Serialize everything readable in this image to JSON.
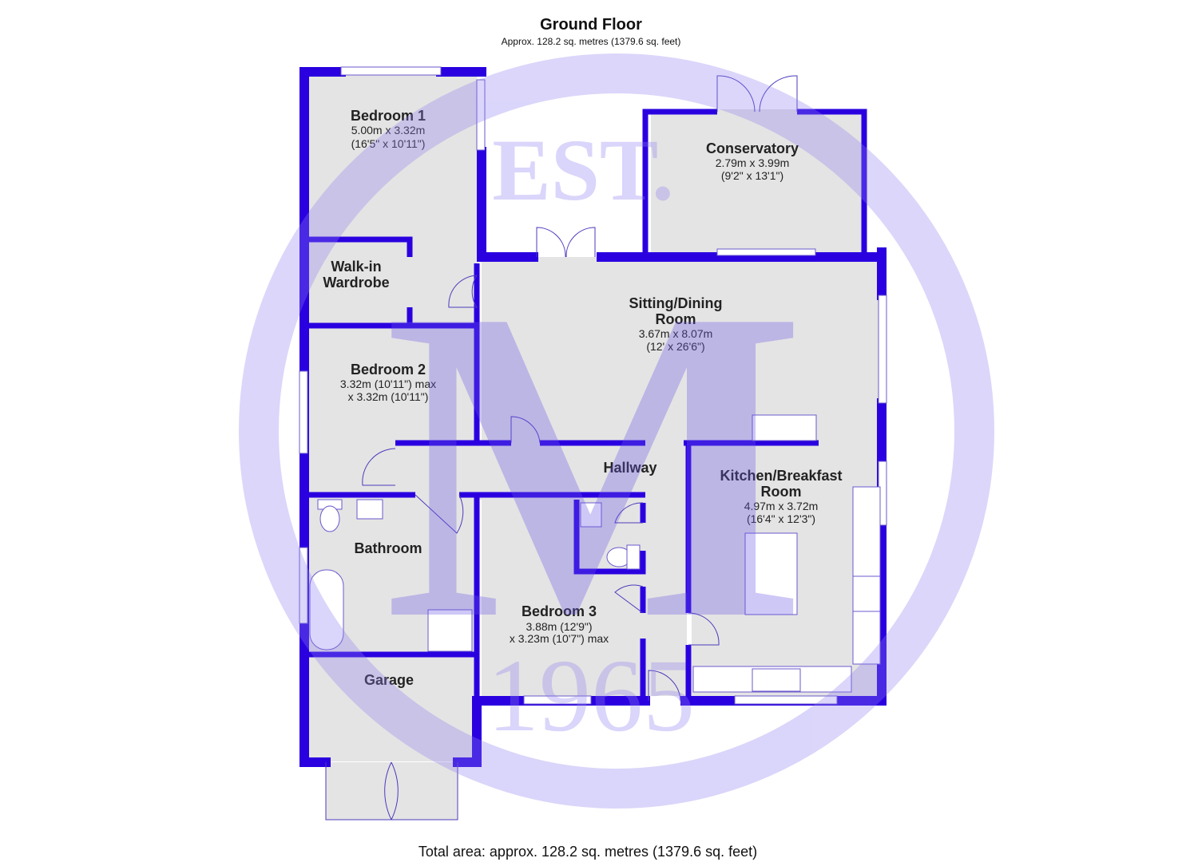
{
  "header": {
    "title": "Ground Floor",
    "subtitle": "Approx. 128.2 sq. metres (1379.6 sq. feet)"
  },
  "rooms": [
    {
      "id": "bedroom-1",
      "name": [
        "Bedroom 1"
      ],
      "dims": [
        "5.00m x 3.32m",
        "(16'5\" x 10'11\")"
      ]
    },
    {
      "id": "conservatory",
      "name": [
        "Conservatory"
      ],
      "dims": [
        "2.79m x 3.99m",
        "(9'2\" x 13'1\")"
      ]
    },
    {
      "id": "walk-in-wardrobe",
      "name": [
        "Walk-in",
        "Wardrobe"
      ],
      "dims": []
    },
    {
      "id": "sitting-dining-room",
      "name": [
        "Sitting/Dining",
        "Room"
      ],
      "dims": [
        "3.67m x 8.07m",
        "(12' x 26'6\")"
      ]
    },
    {
      "id": "bedroom-2",
      "name": [
        "Bedroom 2"
      ],
      "dims": [
        "3.32m (10'11\") max",
        "x 3.32m (10'11\")"
      ]
    },
    {
      "id": "hallway",
      "name": [
        "Hallway"
      ],
      "dims": []
    },
    {
      "id": "kitchen-breakfast-room",
      "name": [
        "Kitchen/Breakfast",
        "Room"
      ],
      "dims": [
        "4.97m x 3.72m",
        "(16'4\" x 12'3\")"
      ]
    },
    {
      "id": "bathroom",
      "name": [
        "Bathroom"
      ],
      "dims": []
    },
    {
      "id": "bedroom-3",
      "name": [
        "Bedroom 3"
      ],
      "dims": [
        "3.88m (12'9\")",
        "x 3.23m (10'7\") max"
      ]
    },
    {
      "id": "garage",
      "name": [
        "Garage"
      ],
      "dims": []
    }
  ],
  "footer": {
    "total": "Total area: approx. 128.2 sq. metres (1379.6 sq. feet)"
  },
  "watermark": {
    "top": "EST.",
    "letter": "M",
    "year": "1965"
  },
  "colors": {
    "wall": "#2a00e0",
    "floor": "#e4e4e4",
    "watermark": "#b8b0f0"
  }
}
